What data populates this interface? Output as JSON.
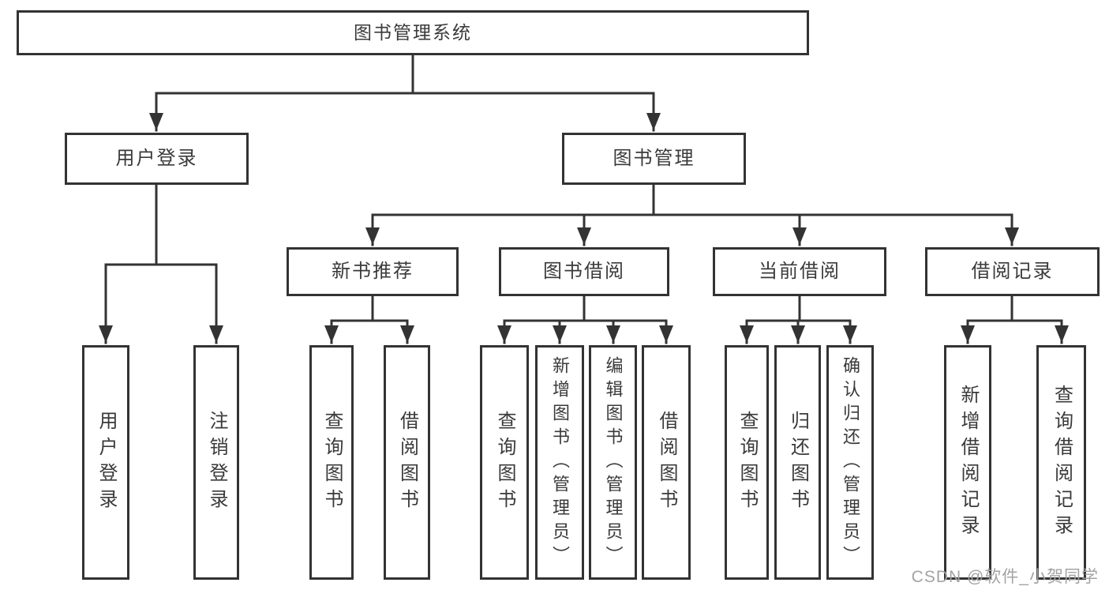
{
  "diagram": {
    "root": {
      "label": "图书管理系统"
    },
    "branches": [
      {
        "label": "用户登录",
        "children": [
          {
            "label": "用户登录"
          },
          {
            "label": "注销登录"
          }
        ]
      },
      {
        "label": "图书管理",
        "children": [
          {
            "label": "新书推荐",
            "children": [
              {
                "label": "查询图书"
              },
              {
                "label": "借阅图书"
              }
            ]
          },
          {
            "label": "图书借阅",
            "children": [
              {
                "label": "查询图书"
              },
              {
                "label": "新增图书（管理员）"
              },
              {
                "label": "编辑图书（管理员）"
              },
              {
                "label": "借阅图书"
              }
            ]
          },
          {
            "label": "当前借阅",
            "children": [
              {
                "label": "查询图书"
              },
              {
                "label": "归还图书"
              },
              {
                "label": "确认归还（管理员）"
              }
            ]
          },
          {
            "label": "借阅记录",
            "children": [
              {
                "label": "新增借阅记录"
              },
              {
                "label": "查询借阅记录"
              }
            ]
          }
        ]
      }
    ],
    "watermark": "CSDN @软件_小贺同学",
    "colors": {
      "line": "#333333",
      "text": "#3a3a3a",
      "background": "#ffffff",
      "watermark": "#a3a3a3"
    }
  }
}
